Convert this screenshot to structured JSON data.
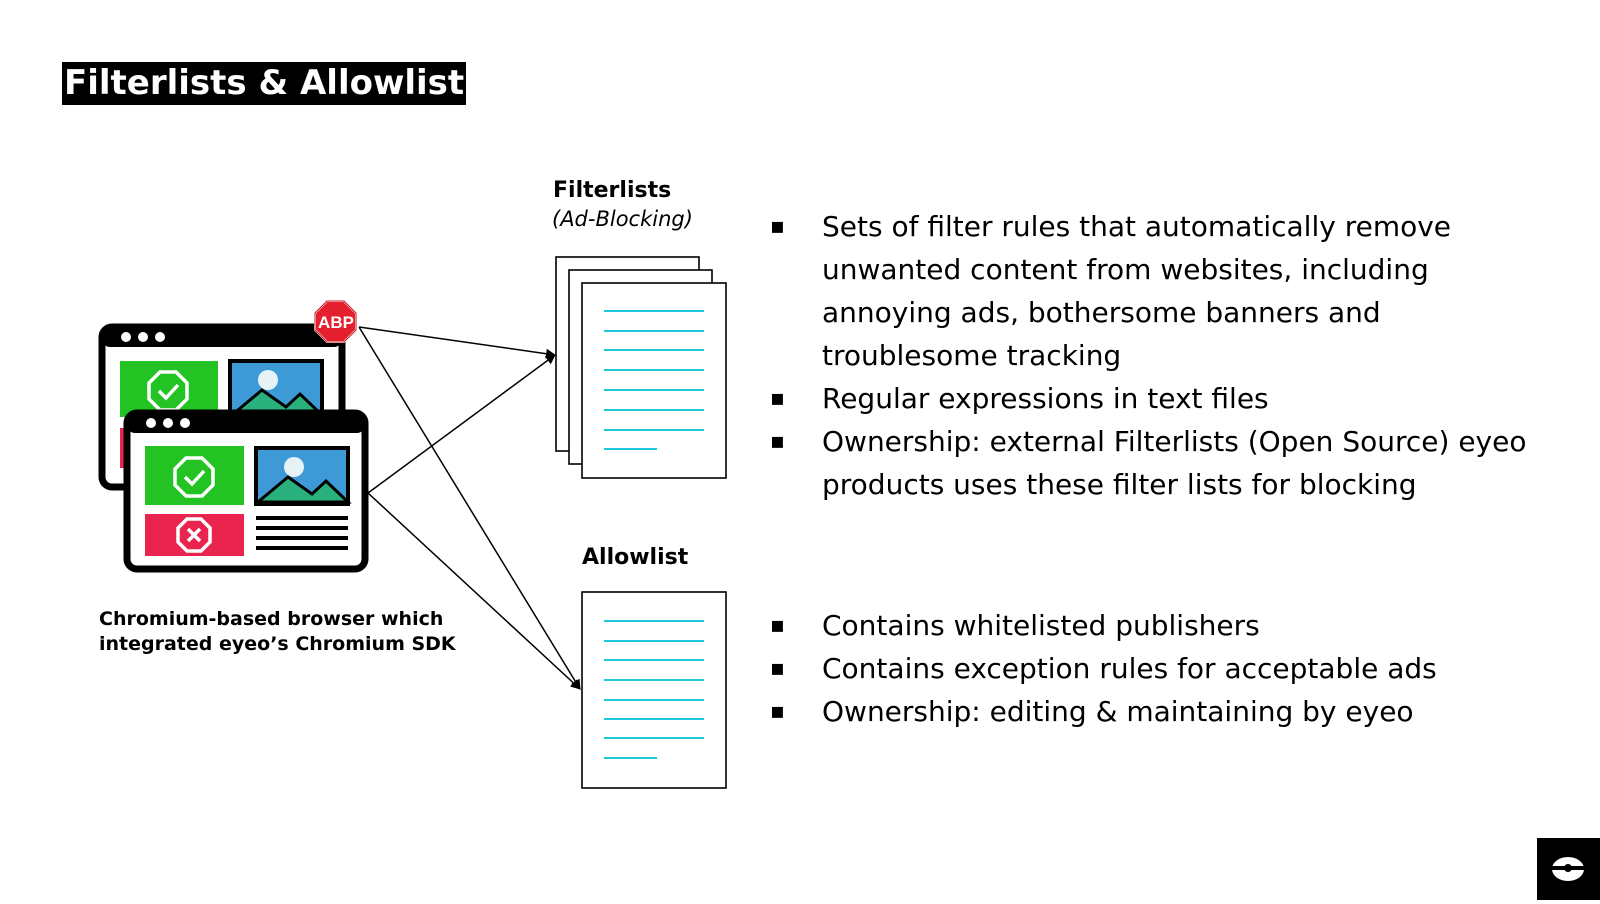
{
  "title": "Filterlists & Allowlist",
  "filterlists_label": "Filterlists",
  "filterlists_sublabel": "(Ad-Blocking)",
  "allowlist_label": "Allowlist",
  "abp_badge": "ABP",
  "browser_caption_line1": "Chromium-based browser which",
  "browser_caption_line2": "integrated eyeo’s Chromium SDK",
  "bullet_marker": "▪",
  "filterlist_bullets": [
    "Sets of filter rules that automatically remove unwanted content from websites, including annoying ads, bothersome banners and troublesome tracking",
    "Regular expressions in text files",
    "Ownership: external Filterlists (Open Source) eyeo products uses these filter lists for blocking"
  ],
  "allowlist_bullets": [
    "Contains whitelisted publishers",
    "Contains exception rules for acceptable ads",
    "Ownership: editing & maintaining by eyeo"
  ],
  "colors": {
    "accent_cyan": "#1ec8d8",
    "green": "#22c322",
    "red": "#e8244f",
    "abp_red": "#e4202e",
    "image_blue": "#3d9ad6"
  },
  "icons": [
    "browser-window-icon",
    "check-shield-icon",
    "x-shield-icon",
    "image-icon",
    "abp-icon",
    "document-icon",
    "eyeo-logo-icon"
  ]
}
